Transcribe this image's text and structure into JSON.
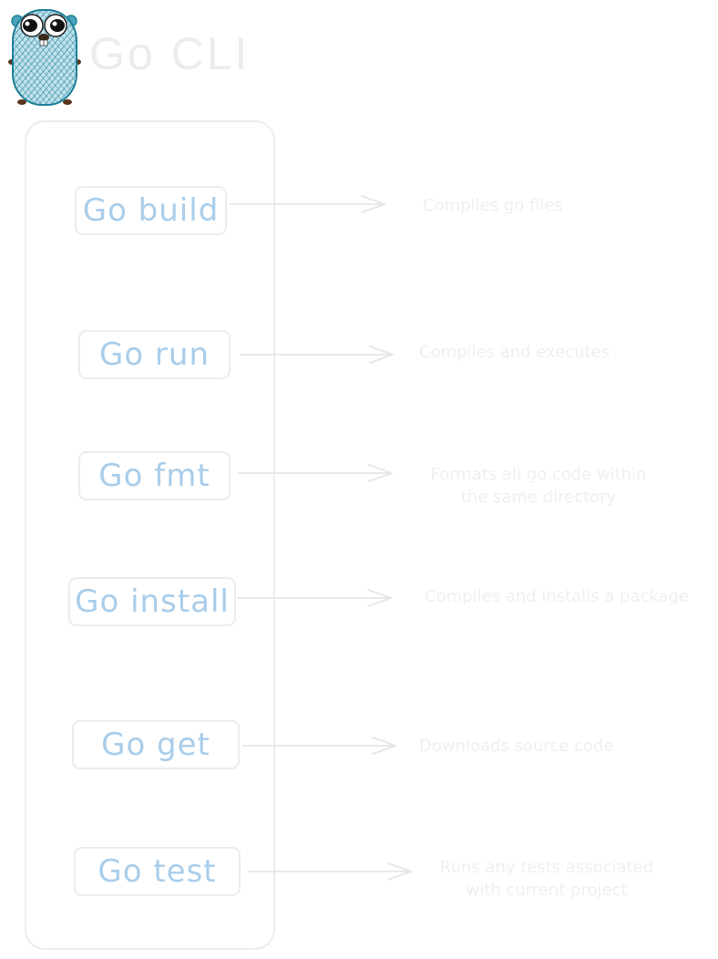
{
  "title": "Go CLI",
  "colors": {
    "command_text": "#a9cdea",
    "faint_gray": "#ececec",
    "gopher_body": "#6ab7c9",
    "gopher_outline": "#1e7f98"
  },
  "commands": [
    {
      "label": "Go build",
      "description": "Compiles go files"
    },
    {
      "label": "Go run",
      "description": "Compiles and executes"
    },
    {
      "label": "Go fmt",
      "description": "Formats all go code within\nthe same directory"
    },
    {
      "label": "Go install",
      "description": "Compiles and installs a package"
    },
    {
      "label": "Go get",
      "description": "Downloads source code"
    },
    {
      "label": "Go test",
      "description": "Runs any tests associated\nwith current project"
    }
  ]
}
